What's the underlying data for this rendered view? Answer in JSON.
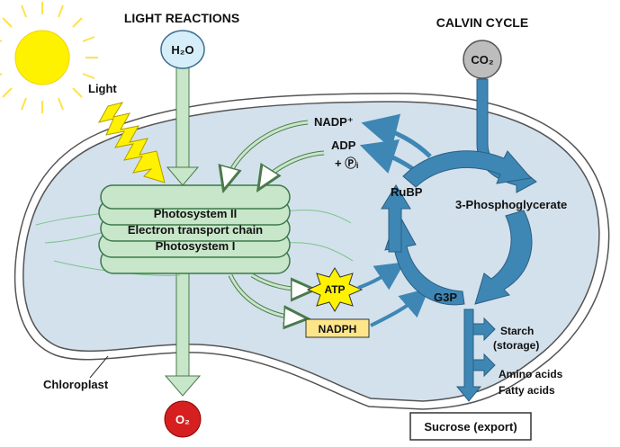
{
  "headers": {
    "light_reactions": "LIGHT REACTIONS",
    "calvin_cycle": "CALVIN CYCLE"
  },
  "molecules": {
    "h2o": "H₂O",
    "co2": "CO₂",
    "o2": "O₂",
    "nadp_plus": "NADP⁺",
    "adp": "ADP",
    "pi": "+ Ⓟᵢ",
    "atp": "ATP",
    "nadph": "NADPH",
    "rubp": "RuBP",
    "three_pg": "3-Phosphoglycerate",
    "g3p": "G3P"
  },
  "labels": {
    "light": "Light",
    "chloroplast": "Chloroplast",
    "photosystem_ii": "Photosystem II",
    "electron_transport_chain": "Electron transport chain",
    "photosystem_i": "Photosystem I",
    "starch": "Starch",
    "storage": "(storage)",
    "amino_acids": "Amino acids",
    "fatty_acids": "Fatty acids",
    "sucrose_export": "Sucrose (export)"
  },
  "colors": {
    "stroma": "#d3e1ec",
    "green_arrow": "#c8e6c9",
    "blue_arrow": "#3e87b5",
    "sun": "#fff200",
    "o2_red": "#d62020",
    "h2o_blue": "#d6eefa",
    "co2_gray": "#bdbdbd",
    "atp_yellow": "#fff200",
    "nadph_yellow": "#fde68a"
  }
}
